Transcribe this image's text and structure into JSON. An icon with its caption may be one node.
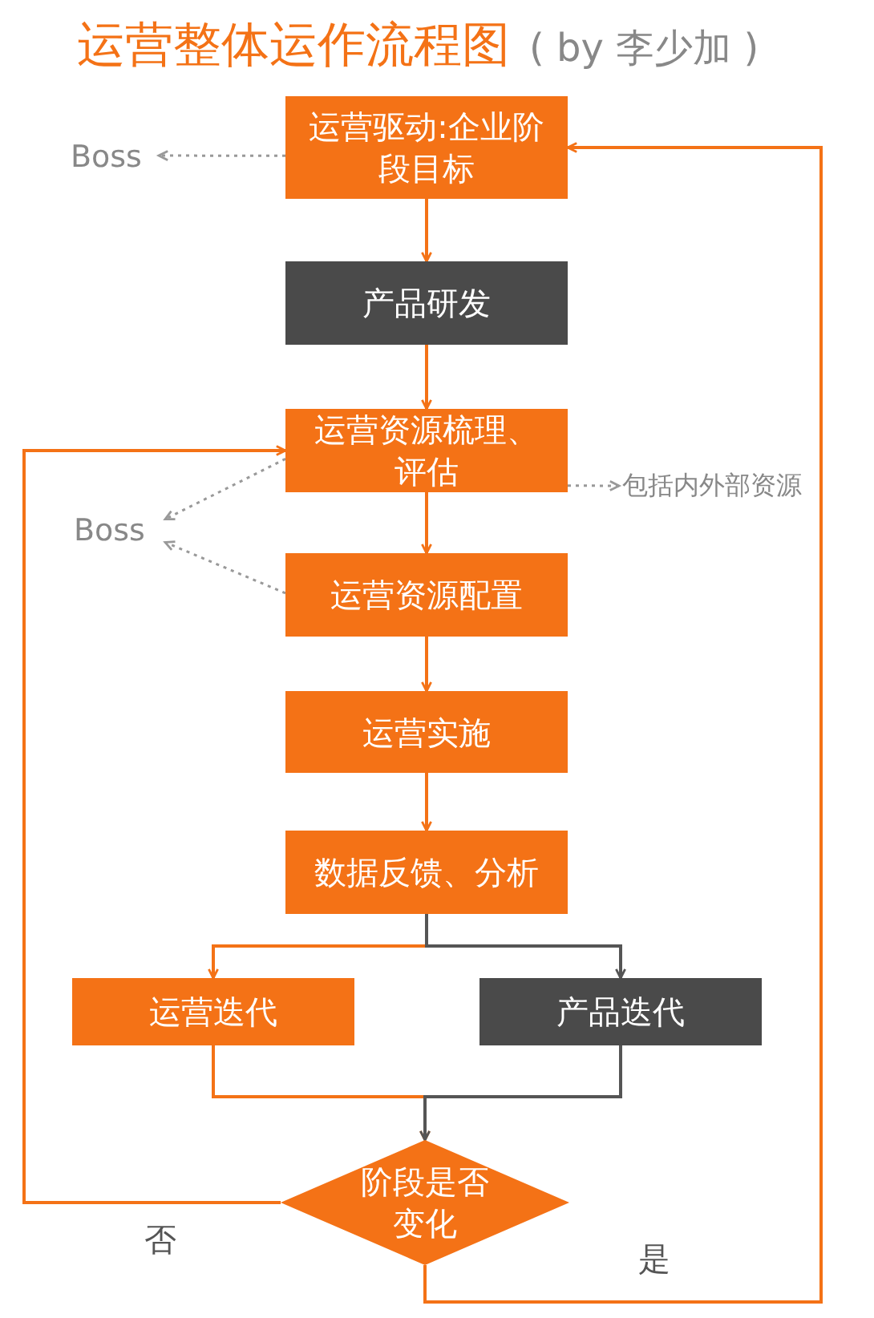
{
  "diagram": {
    "title": "运营整体运作流程图",
    "nodes": [
      {
        "text": [
          "运营驱动:企业阶段目标"
        ]
      },
      {
        "text": [
          "产品研发"
        ]
      },
      {
        "text": [
          "运营资源梳理、评估"
        ]
      },
      {
        "text": [
          "运营资源配置"
        ]
      },
      {
        "text": [
          "运营实施"
        ]
      },
      {
        "text": [
          "数据反馈、分析"
        ]
      },
      {
        "text": [
          "运营迭代"
        ]
      },
      {
        "text": [
          "产品迭代"
        ]
      },
      {
        "text": [
          "阶段是否变化"
        ]
      },
      {
        "text": [
          "Boss"
        ]
      },
      {
        "text": [
          "Boss"
        ]
      },
      {
        "text": [
          "包括内外部资源"
        ]
      }
    ],
    "edges": [
      {
        "from": 0,
        "to": 1,
        "arrow": "to"
      },
      {
        "from": 1,
        "to": 2,
        "arrow": "to"
      },
      {
        "from": 2,
        "to": 3,
        "arrow": "to"
      },
      {
        "from": 3,
        "to": 4,
        "arrow": "to"
      },
      {
        "from": 4,
        "to": 5,
        "arrow": "to"
      },
      {
        "from": 5,
        "to": 6,
        "arrow": "to"
      },
      {
        "from": 5,
        "to": 7,
        "arrow": "to",
        "color": "#555555"
      },
      {
        "from": 6,
        "to": 8,
        "arrow": "to"
      },
      {
        "from": 7,
        "to": 8,
        "arrow": "to",
        "color": "#555555"
      },
      {
        "from": 8,
        "to": 2,
        "arrow": "to",
        "label": "否"
      },
      {
        "from": 8,
        "to": 0,
        "arrow": "to",
        "label": "是"
      },
      {
        "from": 0,
        "to": 9,
        "arrow": "to",
        "style": "dashed",
        "color": "#999999"
      },
      {
        "from": 2,
        "to": 10,
        "arrow": "to",
        "style": "dashed",
        "color": "#999999"
      },
      {
        "from": 3,
        "to": 10,
        "arrow": "to",
        "style": "dashed",
        "color": "#999999"
      },
      {
        "from": 2,
        "to": 11,
        "arrow": "to",
        "style": "dashed",
        "color": "#999999"
      }
    ],
    "labels": [
      "( by 李少加 )"
    ]
  }
}
